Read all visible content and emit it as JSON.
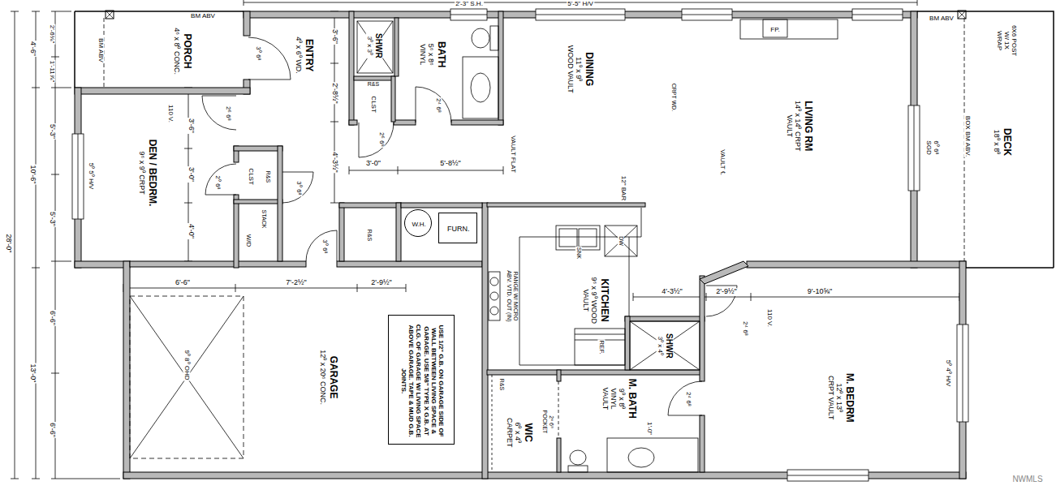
{
  "diagram": {
    "nodes": [
      {
        "text": [
          "PORCH",
          "4⁶ x 8⁰ CONC."
        ]
      },
      {
        "text": [
          "ENTRY",
          "4⁰ x 6⁰ WD."
        ]
      },
      {
        "text": [
          "SHWR",
          "3⁰ x 3⁰"
        ]
      },
      {
        "text": [
          "BATH",
          "5⁶ x 8⁶ VINYL"
        ]
      },
      {
        "text": [
          "DINING",
          "11⁰ x 9⁰ WOOD VAULT"
        ]
      },
      {
        "text": [
          "LIVING RM",
          "14⁰ x 14⁰ CRPT VAULT"
        ]
      },
      {
        "text": [
          "DECK",
          "18⁰ x 8⁰"
        ]
      },
      {
        "text": [
          "DEN / BEDRM.",
          "9⁶ x 9⁰ CRPT"
        ]
      },
      {
        "text": [
          "CLST"
        ]
      },
      {
        "text": [
          "CLST"
        ]
      },
      {
        "text": [
          "W/D"
        ]
      },
      {
        "text": [
          "W.H."
        ]
      },
      {
        "text": [
          "FURN."
        ]
      },
      {
        "text": [
          "KITCHEN",
          "9⁶ x 9⁰ WOOD VAULT"
        ]
      },
      {
        "text": [
          "GARAGE",
          "12⁰ x 20⁶ CONC."
        ]
      },
      {
        "text": [
          "USE 1/2\" G.B. ON GARAGE SIDE OF WALL BETWEEN LIVING SPACE & GARAGE. USE 5/8\" TYPE X G.B. AT CLG. OF GARAGE W/ LIVING SPACE ABOVE GARAGE. TAPE & MUD G.B. JOINTS."
        ]
      },
      {
        "text": [
          "SHWR",
          "3⁰ x 4⁰"
        ]
      },
      {
        "text": [
          "M. BEDRM",
          "12⁰ x 13⁰ CRPT VAULT"
        ]
      },
      {
        "text": [
          "WIC",
          "6⁰ x 4⁰ CARPET"
        ]
      },
      {
        "text": [
          "M. BATH",
          "9⁰ x 8⁰ VINYL VAULT"
        ]
      }
    ],
    "labels": [
      "4'-6\"",
      "28'-0\"",
      "10'-6\"",
      "13'-0\"",
      "2'-6⅛\"",
      "1'-11⅞\"",
      "5'-3\"",
      "5'-3\"",
      "6'-6\"",
      "6'-6\"",
      "5⁰ 5⁰ H/V",
      "BM ABV",
      "BM ABV",
      "3⁰ 6⁸",
      "3'-6\"",
      "2'-8½\"",
      "R&S",
      "2⁴ 6⁸",
      "2⁶ 6⁸",
      "2'-3\" S.H.",
      "5'-5\" H/V",
      "VAULT FLAT",
      "3'-0\"",
      "5'-8½\"",
      "4'-3½\"",
      "110 V.",
      "2⁶ 6⁸",
      "3'-6\"",
      "3'-0\"",
      "4'-0\"",
      "2⁰ 6⁸",
      "R&S",
      "3⁰ 6⁸",
      "STACK",
      "3⁰ 6⁸",
      "R&S",
      "6'-6\"",
      "7'-2½\"",
      "2'-9½\"",
      "9⁰ 8⁰ OHD",
      "FP.",
      "CRPT WD.",
      "VAULT ℄",
      "12\" BAR",
      "6⁰ 6⁸ SGD",
      "BOX BM ABV.",
      "BM ABV",
      "6X6 POST W/ 1X WRAP",
      "SNK",
      "DW",
      "RANGE W/ MICRO ABV. VTD. OUT (IN)",
      "REF.",
      "4'-3½\"",
      "2'-9½\"",
      "9'-10⅝\"",
      "110 V.",
      "2⁴ 6⁸",
      "R&S",
      "2⁴ 6⁸ POCKET",
      "2⁴ 6⁸",
      "1'-0\"",
      "5⁰ 4⁰ H/V",
      "NWMLS"
    ]
  }
}
